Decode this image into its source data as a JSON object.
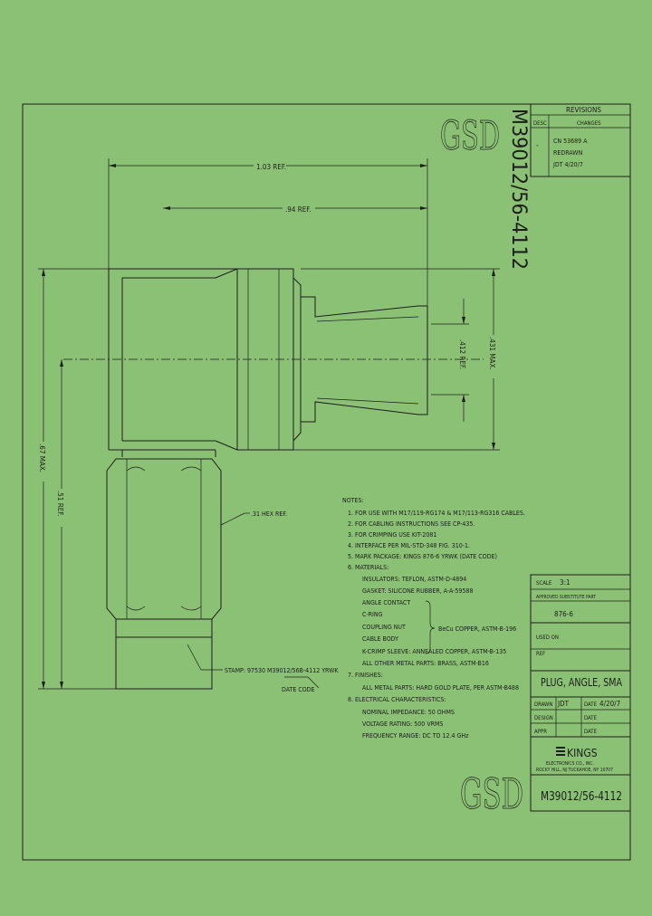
{
  "logo_top": "GSD",
  "logo_bottom": "GSD",
  "part_number_vertical": "M39012/56-4112",
  "revisions": {
    "title": "REVISIONS",
    "col_desc": "DESC",
    "col_changes": "CHANGES",
    "rev_letter": "-",
    "lines": [
      "CN 53689 A",
      "REDRAWN",
      "JDT 4/20/7"
    ]
  },
  "dimensions": {
    "d1": "1.03 REF.",
    "d2": ".94 REF.",
    "d3": ".412 REF.",
    "d4": ".431 MAX.",
    "d5": ".67 MAX.",
    "d6": ".51 REF.",
    "hex": ".31 HEX REF.",
    "stamp": "STAMP: 97530 M39012/56B-4112 YRWK",
    "date_code": "DATE CODE"
  },
  "notes": {
    "title": "NOTES:",
    "lines": [
      "1. FOR USE WITH M17/119-RG174 & M17/113-RG316 CABLES.",
      "2. FOR CABLING INSTRUCTIONS SEE CP-435.",
      "3. FOR CRIMPING USE KIT-2081",
      "4. INTERFACE PER MIL-STD-348 FIG. 310-1.",
      "5. MARK PACKAGE: KINGS 876-6 YRWK (DATE CODE)",
      "6. MATERIALS:",
      "INSULATORS: TEFLON, ASTM-D-4894",
      "GASKET: SILICONE RUBBER, A-A-59588",
      "ANGLE CONTACT",
      "C-RING",
      "COUPLING NUT",
      "CABLE BODY",
      "K-CRIMP SLEEVE: ANNEALED COPPER, ASTM-B-135",
      "ALL OTHER METAL PARTS: BRASS, ASTM-B16",
      "7. FINISHES:",
      "ALL METAL PARTS: HARD GOLD PLATE, PER ASTM-B488",
      "8. ELECTRICAL CHARACTERISTICS:",
      "NOMINAL IMPEDANCE: 50 OHMS",
      "VOLTAGE RATING: 500 VRMS",
      "FREQUENCY RANGE: DC TO 12.4 GHz"
    ],
    "bracket_material": "BeCu COPPER, ASTM-B-196"
  },
  "title_block": {
    "scale_label": "SCALE",
    "scale_value": "3:1",
    "approved_label": "APPROVED SUBSTITUTE PART",
    "approved_value": "876-6",
    "used_on_label": "USED ON",
    "ref_label": "REF",
    "title": "PLUG, ANGLE, SMA",
    "drawn_label": "DRAWN",
    "drawn_value": "JDT",
    "date_label": "DATE",
    "date_value": "4/20/7",
    "design_label": "DESIGN",
    "appr_label": "APPR",
    "company": "KINGS",
    "company_line1": "ELECTRONICS CO., INC.",
    "company_line2": "ROCKY HILL, NJ  TUCKAHOE, NY 10707",
    "part_number": "M39012/56-4112"
  }
}
